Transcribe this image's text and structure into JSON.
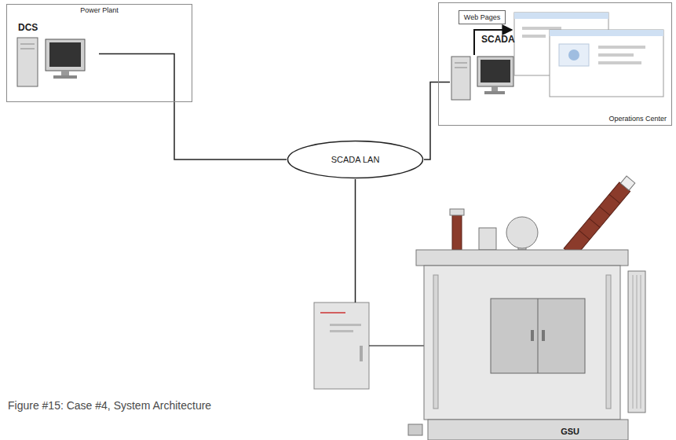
{
  "diagram": {
    "caption": "Figure #15: Case #4, System Architecture",
    "nodes": [
      {
        "text": [
          "Power Plant"
        ]
      },
      {
        "text": [
          "DCS"
        ],
        "in": 0
      },
      {
        "text": [
          "Operations Center"
        ]
      },
      {
        "text": [
          "Web Pages"
        ],
        "in": 2
      },
      {
        "text": [
          "SCADA"
        ],
        "in": 2
      },
      {
        "text": [
          "SCADA LAN"
        ]
      },
      {
        "text": [
          "GSU"
        ]
      }
    ],
    "edges": [
      {
        "from": 1,
        "to": 5,
        "arrow": "none"
      },
      {
        "from": 5,
        "to": 4,
        "arrow": "none"
      },
      {
        "from": 5,
        "to": 6,
        "arrow": "none"
      }
    ]
  }
}
